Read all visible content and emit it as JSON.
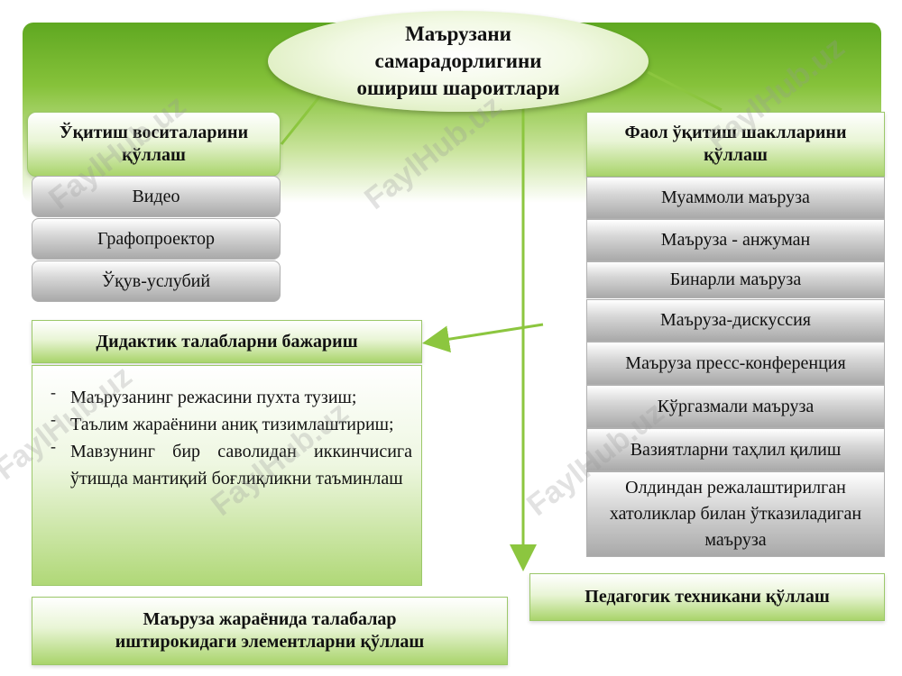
{
  "title": "Маърузани самарадорлигини ошириш шароитлари",
  "left_header": "Ўқитиш воситаларини қўллаш",
  "left_items": [
    "Видео",
    "Графопроектор",
    "Ўқув-услубий"
  ],
  "right_header": "Фаол ўқитиш шаклларини қўллаш",
  "right_items": [
    "Муаммоли маъруза",
    "Маъруза - анжуман",
    "Бинарли маъруза",
    "Маъруза-дискуссия",
    "Маъруза пресс-конференция",
    "Кўргазмали маъруза",
    "Вазиятларни таҳлил қилиш",
    "Олдиндан режалаштирилган хатоликлар билан ўтказиладиган маъруза"
  ],
  "didactic_header": "Дидактик талабларни бажариш",
  "didactic_items": [
    "Маърузанинг режасини пухта тузиш;",
    "Таълим жараёнини аниқ тизимлаштириш;",
    "Мавзунинг бир саволидан иккинчисига ўтишда мантиқий боғлиқликни таъминлаш"
  ],
  "bullet": "-",
  "pedagogic": "Педагогик техникани қўллаш",
  "participation": "Маъруза жараёнида талабалар иштирокидаги элементларни қўллаш",
  "watermark": "FaylHub.uz",
  "colors": {
    "green_dark": "#5fa821",
    "green_light": "#c8e39a",
    "gray": "#a9a9a9"
  }
}
